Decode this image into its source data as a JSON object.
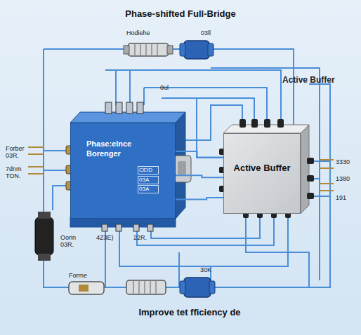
{
  "diagram": {
    "title": "Phase-shifted Full-Bridge",
    "caption": "Improve tet fficiency de",
    "nodes": [
      {
        "text": [
          "Phase:elnce Borenger"
        ]
      },
      {
        "text": [
          "Active Buffer"
        ]
      }
    ],
    "edges": [
      {
        "from": 0,
        "to": 1,
        "arrow": "none"
      },
      {
        "from": 0,
        "to": 1,
        "arrow": "none"
      },
      {
        "from": 0,
        "to": 1,
        "arrow": "none"
      }
    ],
    "labels": [
      "Hodiehe",
      "03ll",
      "Active Buffer",
      "0ul",
      "Forber 03R.",
      "7dnm TON.",
      "3330",
      "1380",
      "191",
      "Oorin 03R.",
      "4Z3E)",
      "22R.",
      "30K",
      "Forme",
      "CEID",
      "03A",
      "03A"
    ]
  }
}
